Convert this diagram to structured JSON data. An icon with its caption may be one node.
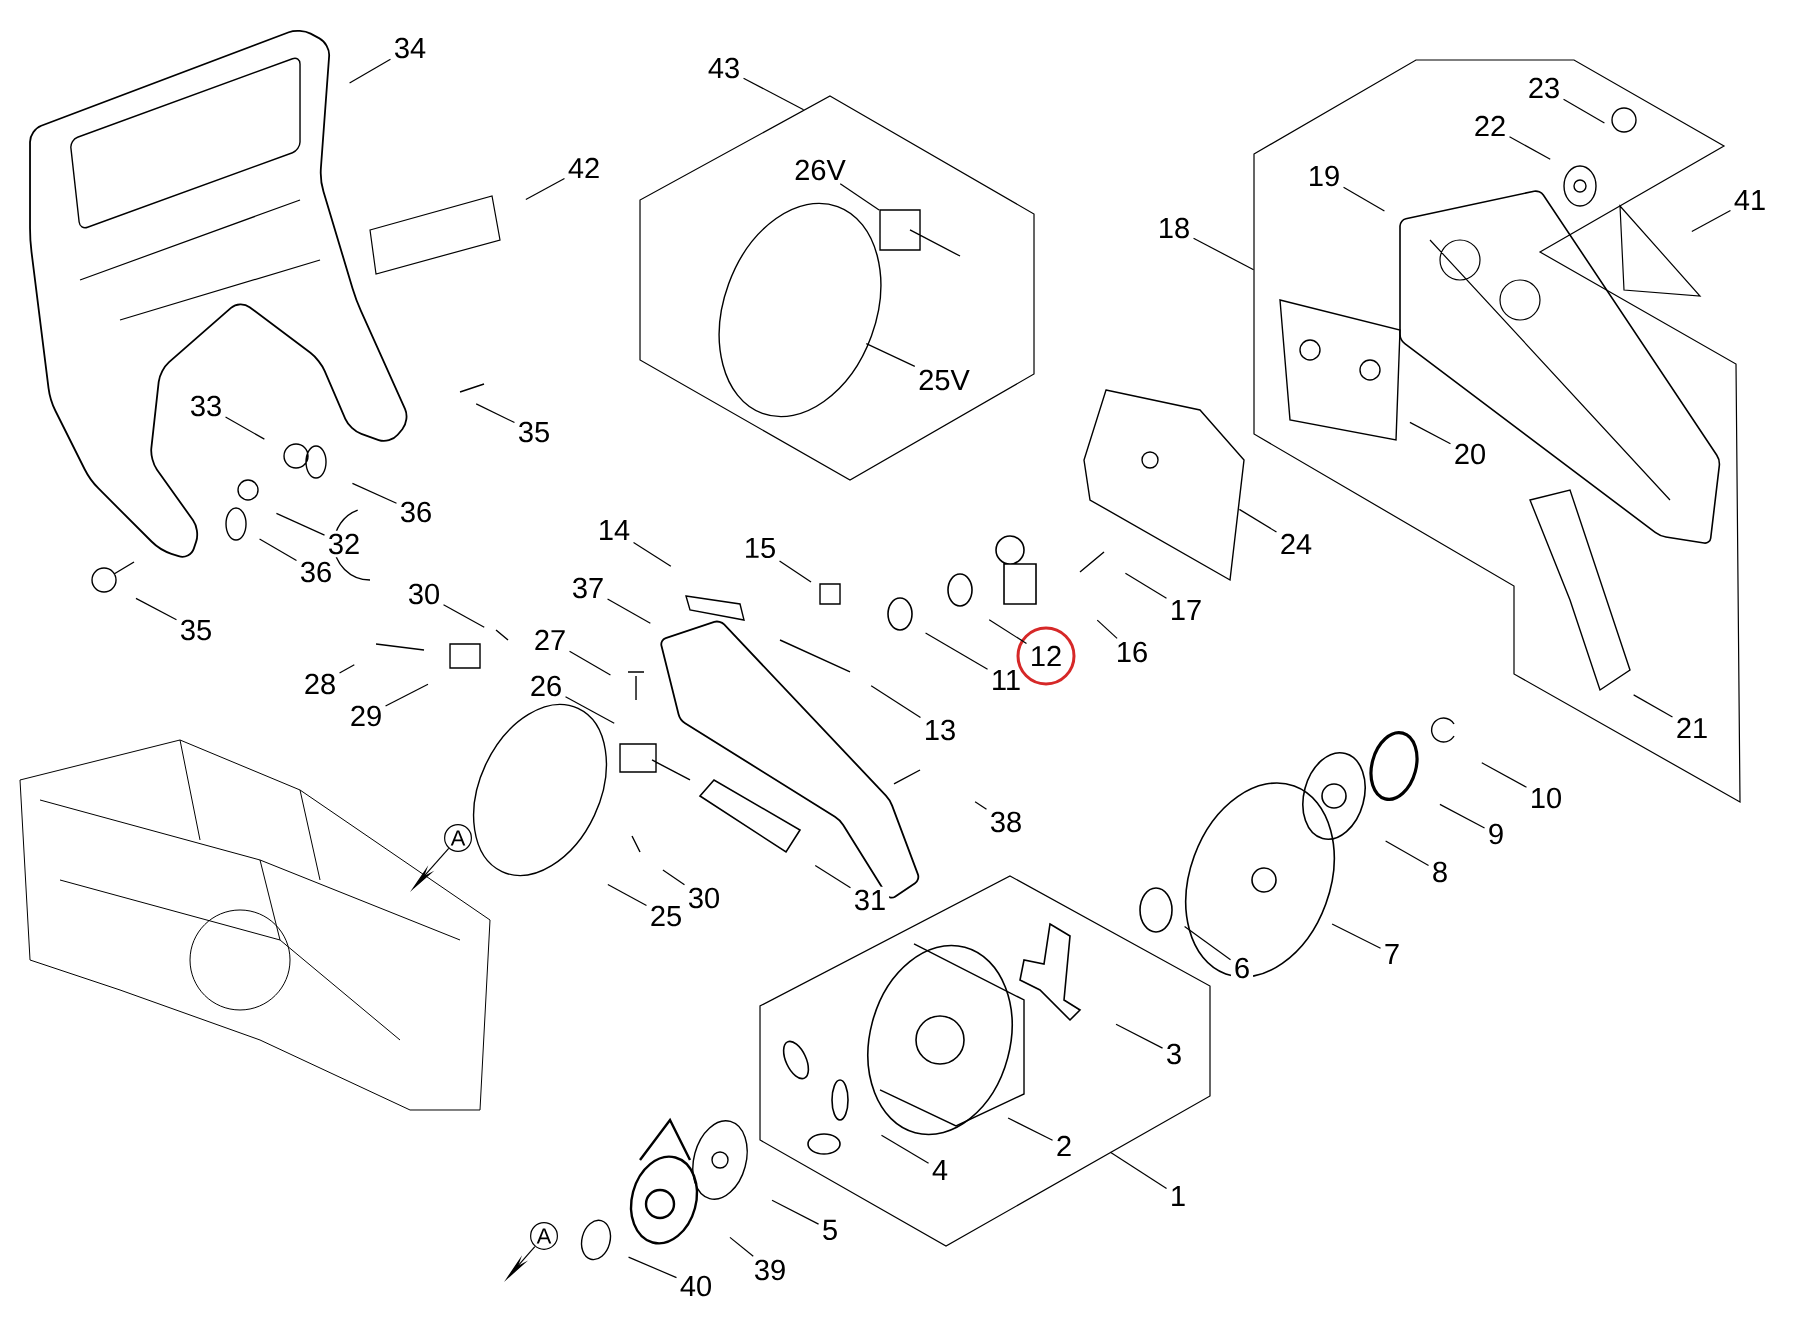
{
  "diagram": {
    "nodes": [
      {
        "text": [],
        "shape": "box"
      },
      {
        "text": [],
        "shape": "box"
      },
      {
        "text": [],
        "shape": "box"
      },
      {
        "text": [
          "34"
        ]
      },
      {
        "text": [
          "43"
        ]
      },
      {
        "text": [
          "23"
        ],
        "in": 1
      },
      {
        "text": [
          "22"
        ],
        "in": 1
      },
      {
        "text": [
          "42"
        ]
      },
      {
        "text": [
          "26V"
        ],
        "in": 0
      },
      {
        "text": [
          "19"
        ],
        "in": 1
      },
      {
        "text": [
          "41"
        ]
      },
      {
        "text": [
          "18"
        ]
      },
      {
        "text": [
          "25V"
        ],
        "in": 0
      },
      {
        "text": [
          "33"
        ]
      },
      {
        "text": [
          "35"
        ]
      },
      {
        "text": [
          "20"
        ],
        "in": 1
      },
      {
        "text": [
          "36"
        ]
      },
      {
        "text": [
          "14"
        ]
      },
      {
        "text": [
          "32"
        ]
      },
      {
        "text": [
          "24"
        ]
      },
      {
        "text": [
          "15"
        ]
      },
      {
        "text": [
          "36"
        ]
      },
      {
        "text": [
          "37"
        ]
      },
      {
        "text": [
          "30"
        ]
      },
      {
        "text": [
          "17"
        ]
      },
      {
        "text": [
          "35"
        ]
      },
      {
        "text": [
          "27"
        ]
      },
      {
        "text": [
          "12"
        ]
      },
      {
        "text": [
          "16"
        ]
      },
      {
        "text": [
          "11"
        ]
      },
      {
        "text": [
          "28"
        ]
      },
      {
        "text": [
          "26"
        ]
      },
      {
        "text": [
          "29"
        ]
      },
      {
        "text": [
          "21"
        ],
        "in": 1
      },
      {
        "text": [
          "13"
        ]
      },
      {
        "text": [
          "10"
        ]
      },
      {
        "text": [
          "38"
        ]
      },
      {
        "text": [
          "9"
        ]
      },
      {
        "text": [
          "A"
        ]
      },
      {
        "text": [
          "8"
        ]
      },
      {
        "text": [
          "31"
        ]
      },
      {
        "text": [
          "30"
        ]
      },
      {
        "text": [
          "25"
        ]
      },
      {
        "text": [
          "7"
        ]
      },
      {
        "text": [
          "6"
        ]
      },
      {
        "text": [
          "3"
        ],
        "in": 2
      },
      {
        "text": [
          "2"
        ],
        "in": 2
      },
      {
        "text": [
          "4"
        ],
        "in": 2
      },
      {
        "text": [
          "1"
        ]
      },
      {
        "text": [
          "5"
        ]
      },
      {
        "text": [
          "A"
        ]
      },
      {
        "text": [
          "39"
        ]
      },
      {
        "text": [
          "40"
        ]
      }
    ],
    "edges": [
      {
        "from": 3,
        "to": null,
        "arrow": "none"
      },
      {
        "from": 4,
        "to": 0,
        "arrow": "none"
      },
      {
        "from": 5,
        "to": null,
        "arrow": "none"
      },
      {
        "from": 6,
        "to": null,
        "arrow": "none"
      },
      {
        "from": 7,
        "to": null,
        "arrow": "none"
      },
      {
        "from": 8,
        "to": null,
        "arrow": "none"
      },
      {
        "from": 9,
        "to": null,
        "arrow": "none"
      },
      {
        "from": 10,
        "to": null,
        "arrow": "none"
      },
      {
        "from": 11,
        "to": 1,
        "arrow": "none"
      },
      {
        "from": 12,
        "to": null,
        "arrow": "none"
      },
      {
        "from": 13,
        "to": null,
        "arrow": "none"
      },
      {
        "from": 14,
        "to": null,
        "arrow": "none"
      },
      {
        "from": 15,
        "to": null,
        "arrow": "none"
      },
      {
        "from": 16,
        "to": null,
        "arrow": "none"
      },
      {
        "from": 17,
        "to": null,
        "arrow": "none"
      },
      {
        "from": 18,
        "to": null,
        "arrow": "none"
      },
      {
        "from": 19,
        "to": null,
        "arrow": "none"
      },
      {
        "from": 20,
        "to": null,
        "arrow": "none"
      },
      {
        "from": 21,
        "to": null,
        "arrow": "none"
      },
      {
        "from": 22,
        "to": null,
        "arrow": "none"
      },
      {
        "from": 23,
        "to": null,
        "arrow": "none"
      },
      {
        "from": 24,
        "to": null,
        "arrow": "none"
      },
      {
        "from": 25,
        "to": null,
        "arrow": "none"
      },
      {
        "from": 26,
        "to": null,
        "arrow": "none"
      },
      {
        "from": 27,
        "to": null,
        "arrow": "none"
      },
      {
        "from": 28,
        "to": null,
        "arrow": "none"
      },
      {
        "from": 29,
        "to": null,
        "arrow": "none"
      },
      {
        "from": 30,
        "to": null,
        "arrow": "none"
      },
      {
        "from": 31,
        "to": null,
        "arrow": "none"
      },
      {
        "from": 32,
        "to": null,
        "arrow": "none"
      },
      {
        "from": 33,
        "to": null,
        "arrow": "none"
      },
      {
        "from": 34,
        "to": null,
        "arrow": "none"
      },
      {
        "from": 35,
        "to": null,
        "arrow": "none"
      },
      {
        "from": 36,
        "to": null,
        "arrow": "none"
      },
      {
        "from": 37,
        "to": null,
        "arrow": "none"
      },
      {
        "from": 38,
        "to": null,
        "arrow": "to"
      },
      {
        "from": 39,
        "to": null,
        "arrow": "none"
      },
      {
        "from": 40,
        "to": null,
        "arrow": "none"
      },
      {
        "from": 41,
        "to": null,
        "arrow": "none"
      },
      {
        "from": 42,
        "to": null,
        "arrow": "none"
      },
      {
        "from": 43,
        "to": null,
        "arrow": "none"
      },
      {
        "from": 44,
        "to": null,
        "arrow": "none"
      },
      {
        "from": 45,
        "to": null,
        "arrow": "none"
      },
      {
        "from": 46,
        "to": null,
        "arrow": "none"
      },
      {
        "from": 47,
        "to": null,
        "arrow": "none"
      },
      {
        "from": 48,
        "to": 2,
        "arrow": "none"
      },
      {
        "from": 49,
        "to": null,
        "arrow": "none"
      },
      {
        "from": 50,
        "to": null,
        "arrow": "to"
      },
      {
        "from": 51,
        "to": null,
        "arrow": "none"
      },
      {
        "from": 52,
        "to": null,
        "arrow": "none"
      }
    ]
  }
}
